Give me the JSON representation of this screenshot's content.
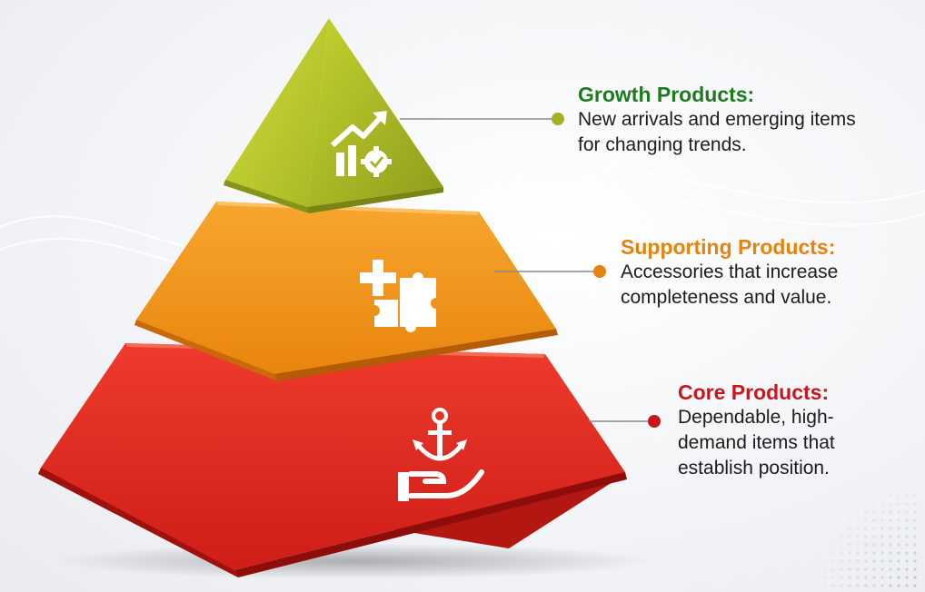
{
  "tiers": [
    {
      "key": "growth",
      "title": "Growth Products:",
      "description": "New arrivals and emerging items for changing trends.",
      "color": "#1e7a1e",
      "dot_color": "#a6b027",
      "icon": "growth-chart-gear-check-icon"
    },
    {
      "key": "supporting",
      "title": "Supporting Products:",
      "description": "Accessories that increase completeness and value.",
      "color": "#e6820f",
      "dot_color": "#e6820f",
      "icon": "plus-puzzle-icon"
    },
    {
      "key": "core",
      "title": "Core Products:",
      "description": "Dependable, high-demand items that establish position.",
      "color": "#c8161e",
      "dot_color": "#c8161e",
      "icon": "anchor-hand-icon"
    }
  ],
  "colors": {
    "growth_face": "#b4c42a",
    "supporting_face": "#f0921c",
    "core_face": "#e0261e"
  }
}
